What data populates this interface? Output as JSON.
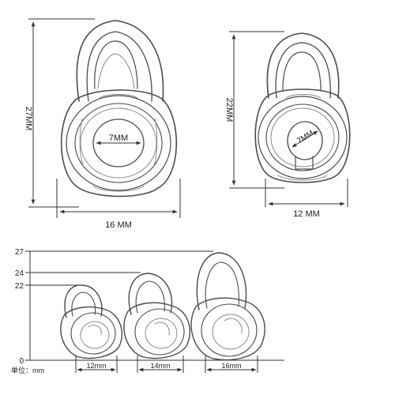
{
  "large_tip": {
    "height_label": "27MM",
    "width_label": "16 MM",
    "bore_label": "7MM"
  },
  "medium_tip": {
    "height_label": "22MM",
    "width_label": "12 MM",
    "bore_label": "7MM"
  },
  "size_chart": {
    "tick_labels": [
      "27",
      "24",
      "22",
      "0"
    ],
    "unit_label": "单位：mm",
    "tips": [
      {
        "width_label": "12mm"
      },
      {
        "width_label": "14mm"
      },
      {
        "width_label": "16mm"
      }
    ]
  }
}
